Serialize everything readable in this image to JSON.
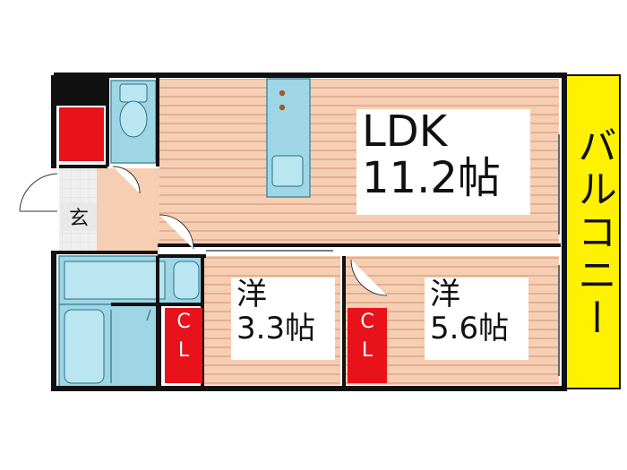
{
  "rooms": {
    "ldk": {
      "line1": "LDK",
      "line2": "11.2帖"
    },
    "western_a": {
      "line1": "洋",
      "line2": "3.3帖"
    },
    "western_b": {
      "line1": "洋",
      "line2": "5.6帖"
    },
    "closet_a": {
      "line1": "C",
      "line2": "L"
    },
    "closet_b": {
      "line1": "C",
      "line2": "L"
    },
    "entrance": "玄",
    "balcony": "バルコニー"
  },
  "colors": {
    "wall": "#111111",
    "floor_wood": "#f3c7a8",
    "floor_line": "#d9a184",
    "fixture": "#9ed6e6",
    "fixture_edge": "#4a8ea2",
    "closet": "#e8121b",
    "balcony": "#fff200",
    "tile": "#ececec"
  }
}
